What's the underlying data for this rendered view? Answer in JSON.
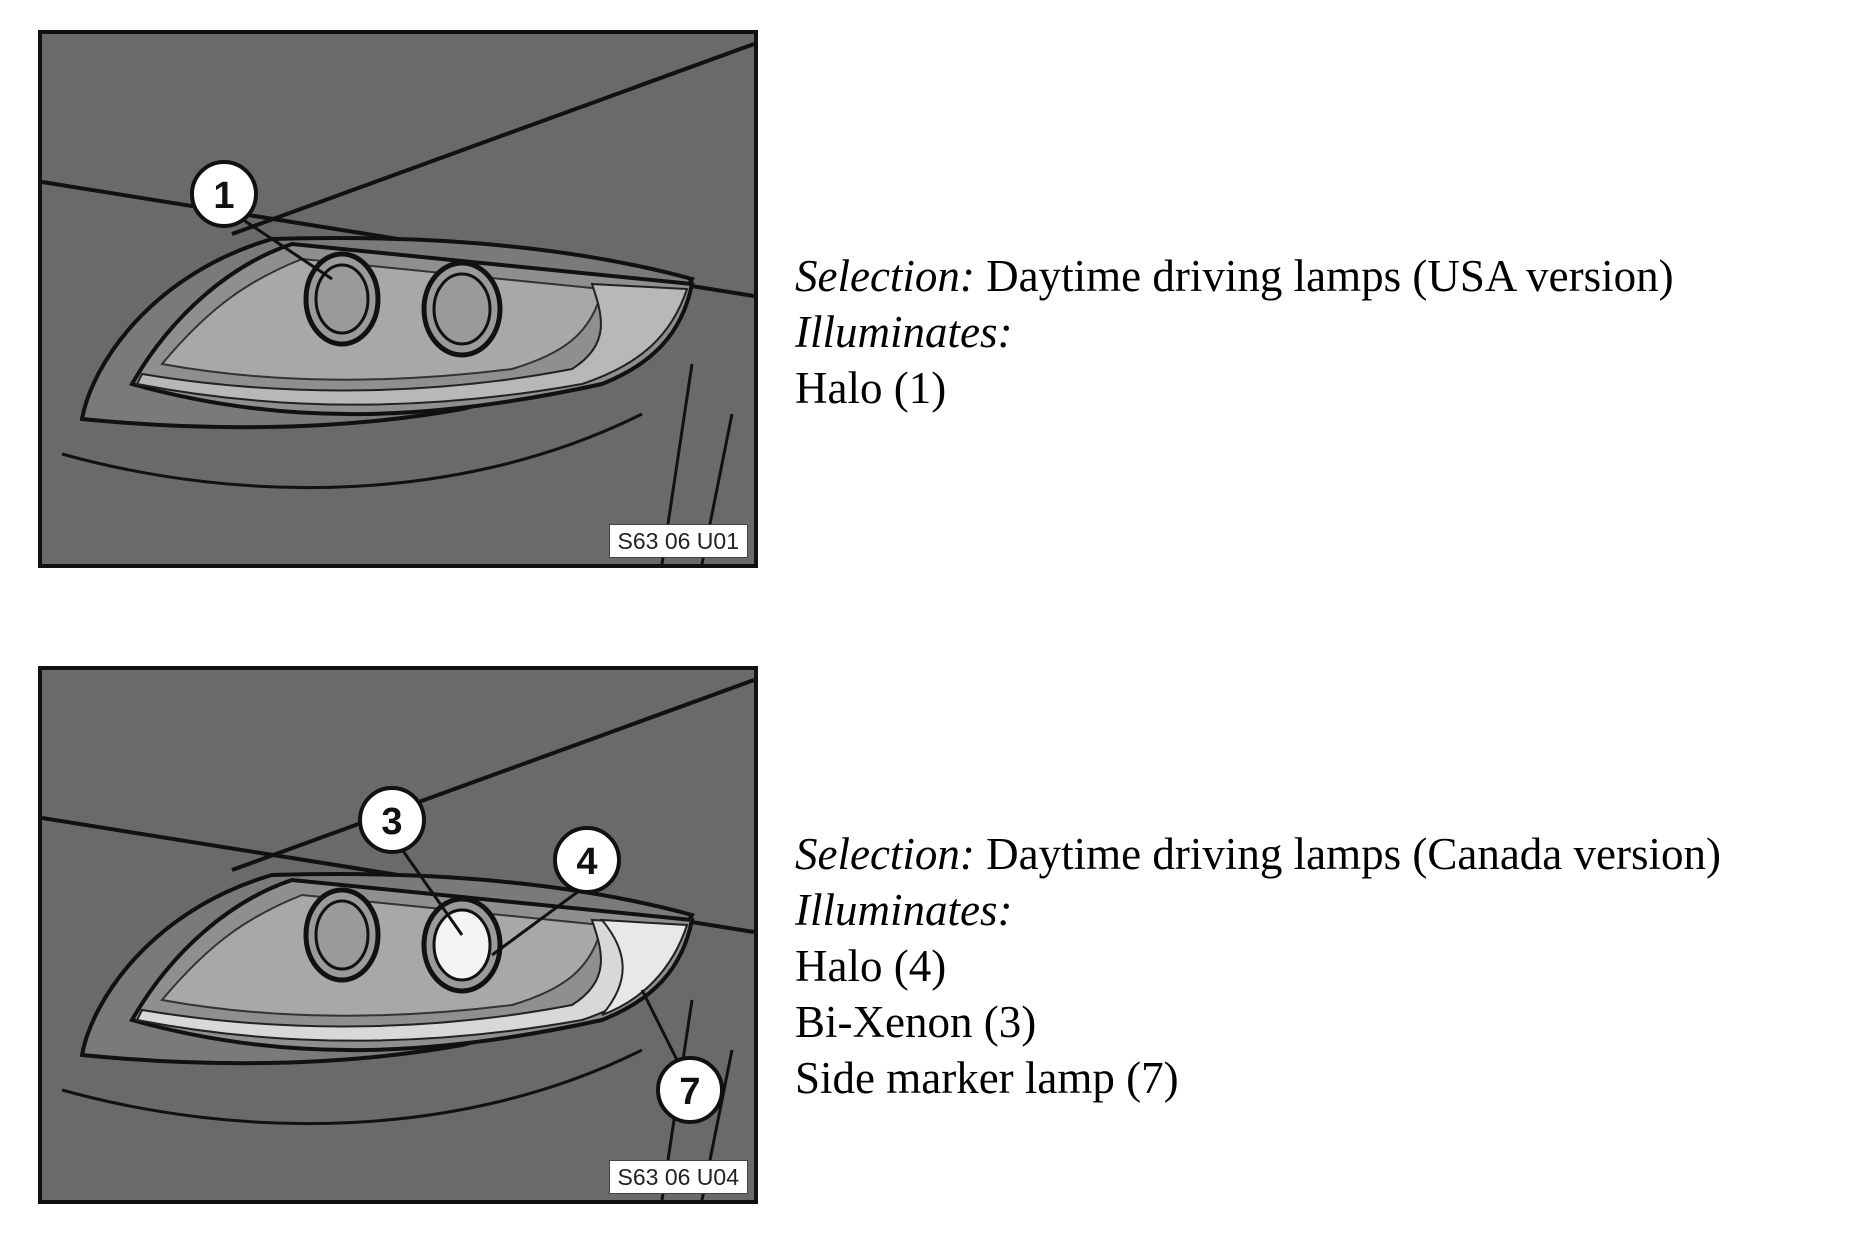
{
  "colors": {
    "figure_background": "#6a6a6a",
    "headlamp_housing": "#8f8f8f",
    "lens": "#a8a8a8",
    "lit_element": "#f4f4f4",
    "callout_fill": "#ffffff"
  },
  "sections": [
    {
      "figure": {
        "code": "S63 06 U01",
        "callouts": [
          "1"
        ],
        "lit": []
      },
      "selection_label": "Selection:",
      "selection_value": "Daytime driving lamps (USA version)",
      "illuminates_label": "Illuminates:",
      "items": [
        "Halo (1)"
      ]
    },
    {
      "figure": {
        "code": "S63 06 U04",
        "callouts": [
          "3",
          "4",
          "7"
        ],
        "lit": [
          "Bi-Xenon",
          "Side marker lamp"
        ]
      },
      "selection_label": "Selection:",
      "selection_value": "Daytime driving lamps (Canada version)",
      "illuminates_label": "Illuminates:",
      "items": [
        "Halo (4)",
        "Bi-Xenon (3)",
        "Side marker lamp (7)"
      ]
    }
  ]
}
